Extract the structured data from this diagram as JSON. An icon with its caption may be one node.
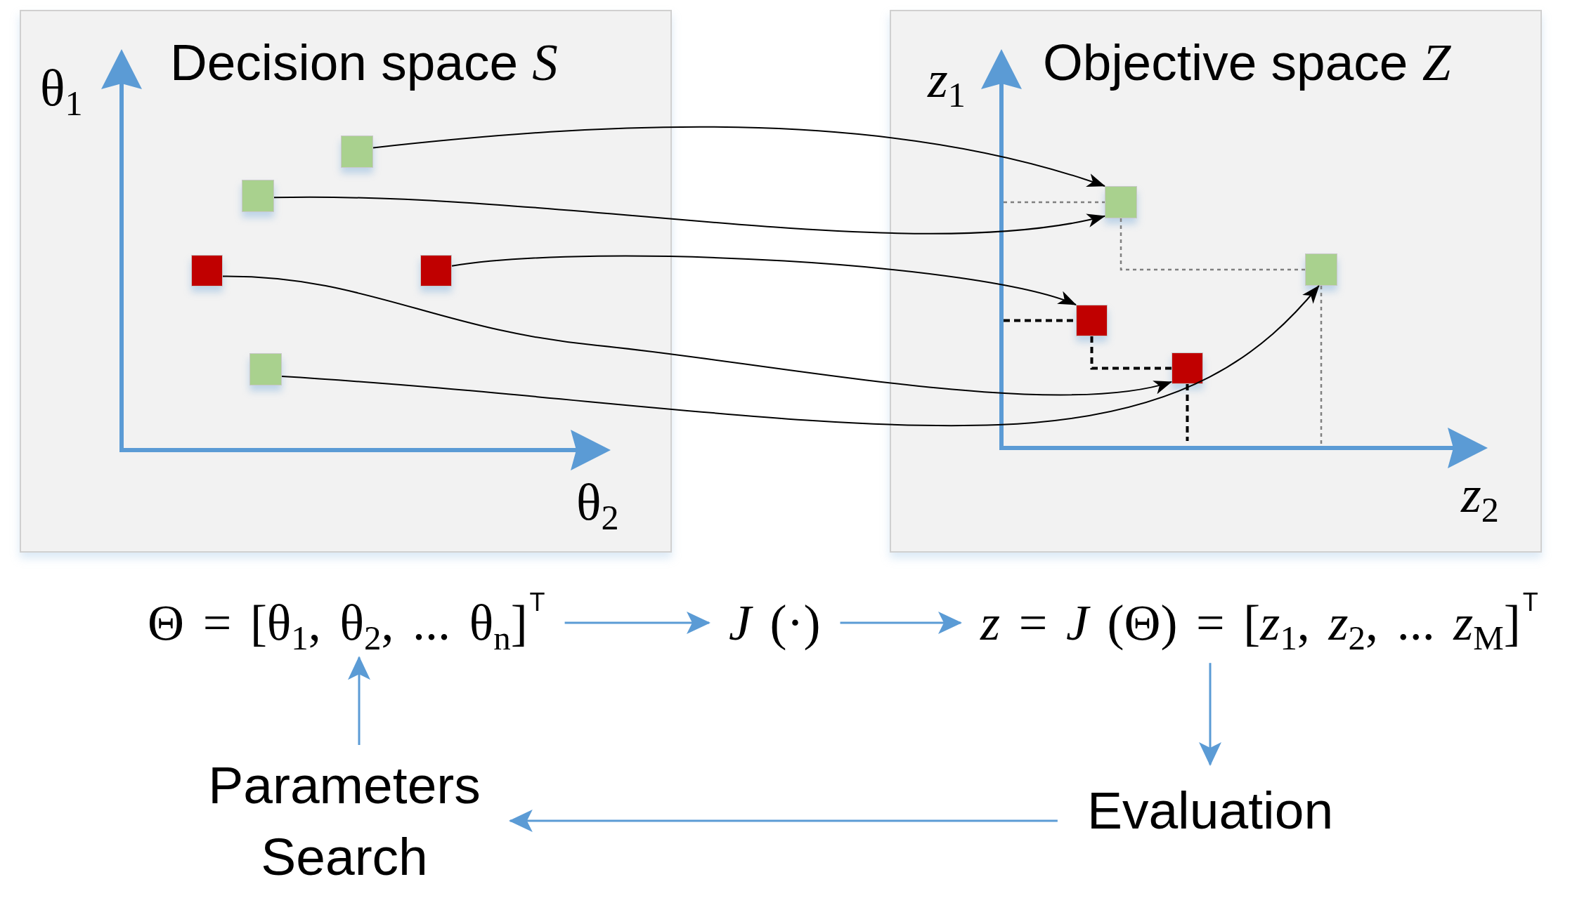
{
  "diagram": {
    "nodes": [
      {
        "text": [
          "Decision space *S*",
          "θ$_{1}$",
          "θ$_{2}$"
        ]
      },
      {
        "text": [],
        "shape": "box",
        "in": 0
      },
      {
        "text": [],
        "shape": "box",
        "in": 0
      },
      {
        "text": [],
        "shape": "box",
        "in": 0
      },
      {
        "text": [],
        "shape": "box",
        "in": 0
      },
      {
        "text": [],
        "shape": "box",
        "in": 0
      },
      {
        "text": [
          "Objective space *Z*",
          "*z*$_{1}$",
          "*z*$_{2}$"
        ]
      },
      {
        "text": [],
        "shape": "box",
        "in": 6
      },
      {
        "text": [],
        "shape": "box",
        "in": 6
      },
      {
        "text": [],
        "shape": "box",
        "in": 6
      },
      {
        "text": [],
        "shape": "box",
        "in": 6
      },
      {
        "text": [
          "Θ = [θ$_{1}$, θ$_{2}$, ... θ$_{n}$]$^{T}$"
        ]
      },
      {
        "text": [
          "*J* (·)"
        ]
      },
      {
        "text": [
          "*z* = *J* (Θ) = [*z*$_{1}$, *z*$_{2}$, ... *z*$_{M}$]$^{T}$"
        ]
      },
      {
        "text": [
          "Parameters Search"
        ]
      },
      {
        "text": [
          "Evaluation"
        ]
      }
    ],
    "edges": [
      {
        "from": 1,
        "to": 7,
        "arrow": "to"
      },
      {
        "from": 2,
        "to": 7,
        "arrow": "to"
      },
      {
        "from": 4,
        "to": 9,
        "arrow": "to"
      },
      {
        "from": 3,
        "to": 10,
        "arrow": "to"
      },
      {
        "from": 5,
        "to": 8,
        "arrow": "to"
      },
      {
        "from": null,
        "to": 7,
        "arrow": "none",
        "style": "dashed",
        "color": "#808080"
      },
      {
        "from": 7,
        "to": 8,
        "arrow": "none",
        "style": "dashed",
        "color": "#808080"
      },
      {
        "from": 8,
        "to": null,
        "arrow": "none",
        "style": "dashed",
        "color": "#808080"
      },
      {
        "from": null,
        "to": 9,
        "arrow": "none",
        "style": "dashed"
      },
      {
        "from": 9,
        "to": 10,
        "arrow": "none",
        "style": "dashed"
      },
      {
        "from": 10,
        "to": null,
        "arrow": "none",
        "style": "dashed"
      },
      {
        "from": 11,
        "to": 12,
        "arrow": "to",
        "color": "#5b9bd5"
      },
      {
        "from": 12,
        "to": 13,
        "arrow": "to",
        "color": "#5b9bd5"
      },
      {
        "from": 13,
        "to": 15,
        "arrow": "to",
        "color": "#5b9bd5"
      },
      {
        "from": 15,
        "to": 14,
        "arrow": "to",
        "color": "#5b9bd5"
      },
      {
        "from": 14,
        "to": 11,
        "arrow": "to",
        "color": "#5b9bd5"
      }
    ]
  }
}
